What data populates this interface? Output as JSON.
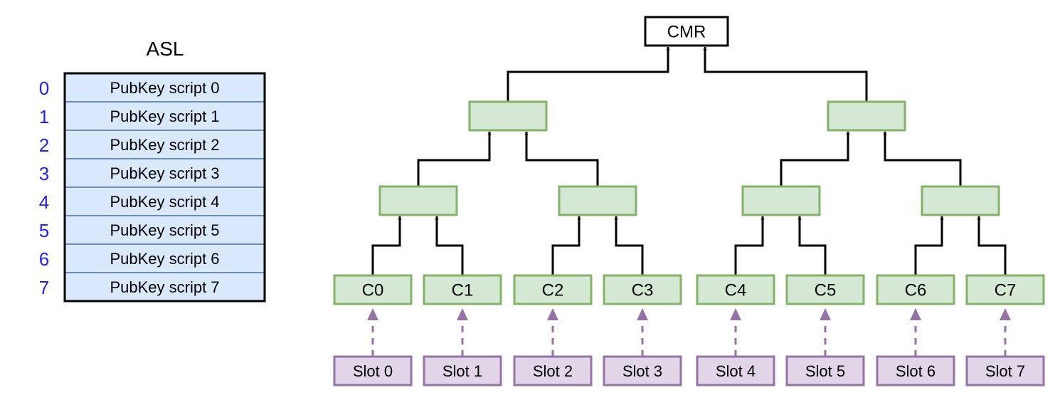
{
  "asl": {
    "title": "ASL",
    "rows": [
      {
        "index": "0",
        "label": "PubKey script 0"
      },
      {
        "index": "1",
        "label": "PubKey script 1"
      },
      {
        "index": "2",
        "label": "PubKey script 2"
      },
      {
        "index": "3",
        "label": "PubKey script 3"
      },
      {
        "index": "4",
        "label": "PubKey script 4"
      },
      {
        "index": "5",
        "label": "PubKey script 5"
      },
      {
        "index": "6",
        "label": "PubKey script 6"
      },
      {
        "index": "7",
        "label": "PubKey script 7"
      }
    ]
  },
  "tree": {
    "root_label": "CMR",
    "commitments": [
      "C0",
      "C1",
      "C2",
      "C3",
      "C4",
      "C5",
      "C6",
      "C7"
    ],
    "slots": [
      "Slot 0",
      "Slot 1",
      "Slot 2",
      "Slot 3",
      "Slot 4",
      "Slot 5",
      "Slot 6",
      "Slot 7"
    ]
  },
  "colors": {
    "index_text": "#1f1fff",
    "table_fill": "#dae8fc",
    "table_border": "#000000",
    "row_divider": "#6c8ebf",
    "node_fill": "#d5e8d4",
    "node_border": "#82b366",
    "slot_fill": "#e1d5e7",
    "slot_border": "#9673a6",
    "line": "#000000"
  }
}
